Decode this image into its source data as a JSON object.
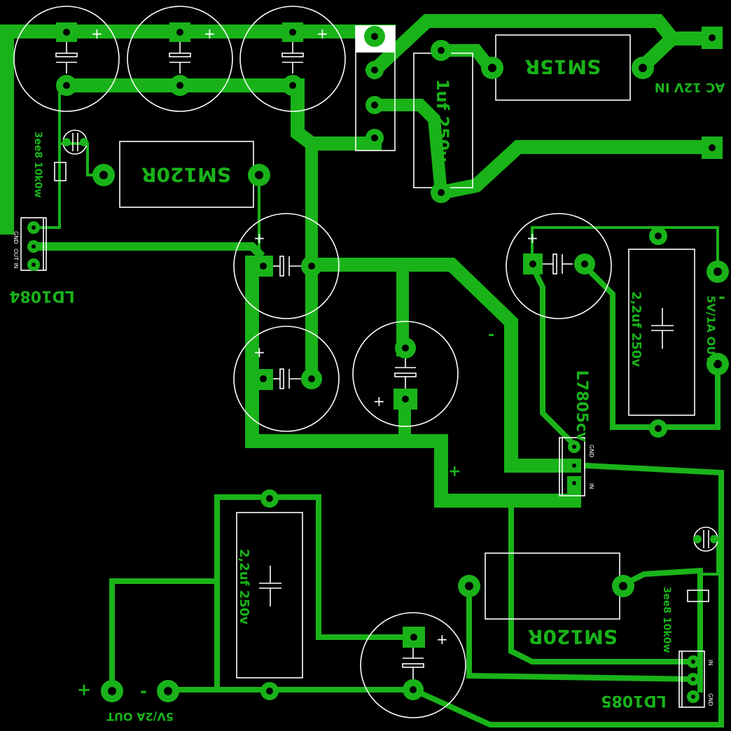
{
  "colors": {
    "copper": "#19b319",
    "silkscreen": "#ffffff",
    "background": "#000000"
  },
  "labels": {
    "bridge_top": "SM15R",
    "bridge_left": "SM120R",
    "bridge_bottom": "SM120R",
    "cap_film": "1uf 250v",
    "reg_left": "LD1084",
    "reg_bottom": "LD1085",
    "reg_right": "L7805cv",
    "res_left": "3ee8 10k0w",
    "res_right": "3ee8 10k0w",
    "cap_right": "2,2uf 250v",
    "cap_bottom": "2,2uf 250v",
    "ac_in": "AC 12V IN",
    "out_right": "5V/1A OUT",
    "out_bottom": "5V/2A OUT",
    "pin_gnd": "GND",
    "pin_out": "OUT",
    "pin_in": "IN",
    "plus": "+",
    "minus": "-"
  }
}
